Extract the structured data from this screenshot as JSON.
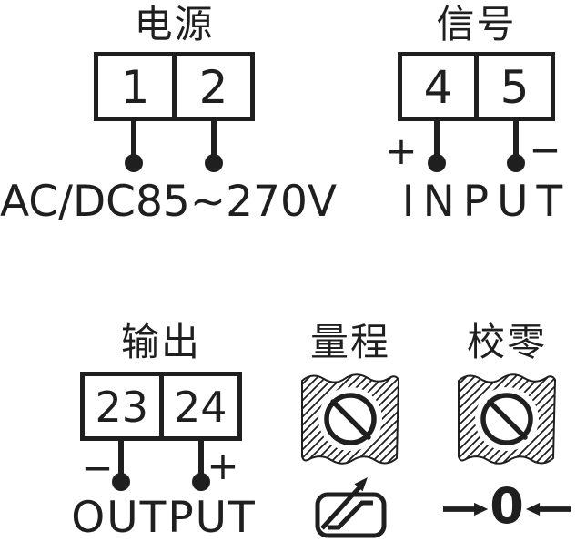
{
  "diagram": {
    "ink_color": "#1f1f1f",
    "background_color": "#ffffff",
    "power": {
      "title": "电源",
      "terminals": [
        "1",
        "2"
      ],
      "caption": "AC/DC85~270V"
    },
    "signal": {
      "title": "信号",
      "terminals": [
        "4",
        "5"
      ],
      "plus": "+",
      "minus": "−",
      "caption": "INPUT"
    },
    "output": {
      "title": "输出",
      "terminals": [
        "23",
        "24"
      ],
      "minus": "−",
      "plus": "+",
      "caption": "OUTPUT"
    },
    "span_adjust": {
      "title": "量程",
      "panel_icon": "slotted-screw-in-hatched-panel-icon",
      "function_icon": "potentiometer-ramp-arrow-icon"
    },
    "zero_adjust": {
      "title": "校零",
      "panel_icon": "slotted-screw-in-hatched-panel-icon",
      "function_icon": "arrows-toward-zero-icon",
      "zero_label": "0"
    }
  }
}
